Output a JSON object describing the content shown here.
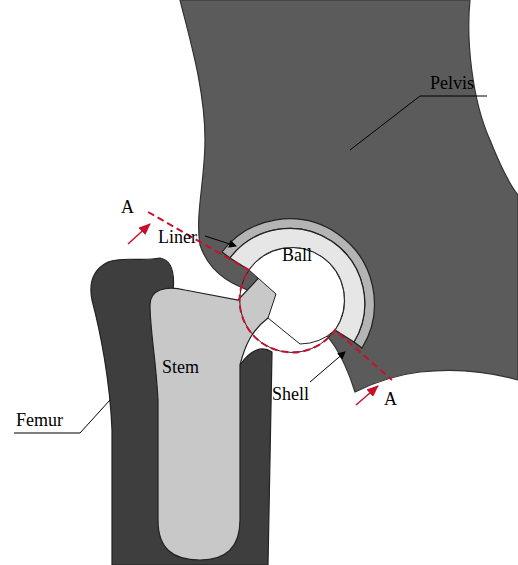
{
  "diagram": {
    "labels": [
      "Pelvis",
      "Liner",
      "Ball",
      "Stem",
      "Shell",
      "Femur",
      "A",
      "A"
    ]
  }
}
